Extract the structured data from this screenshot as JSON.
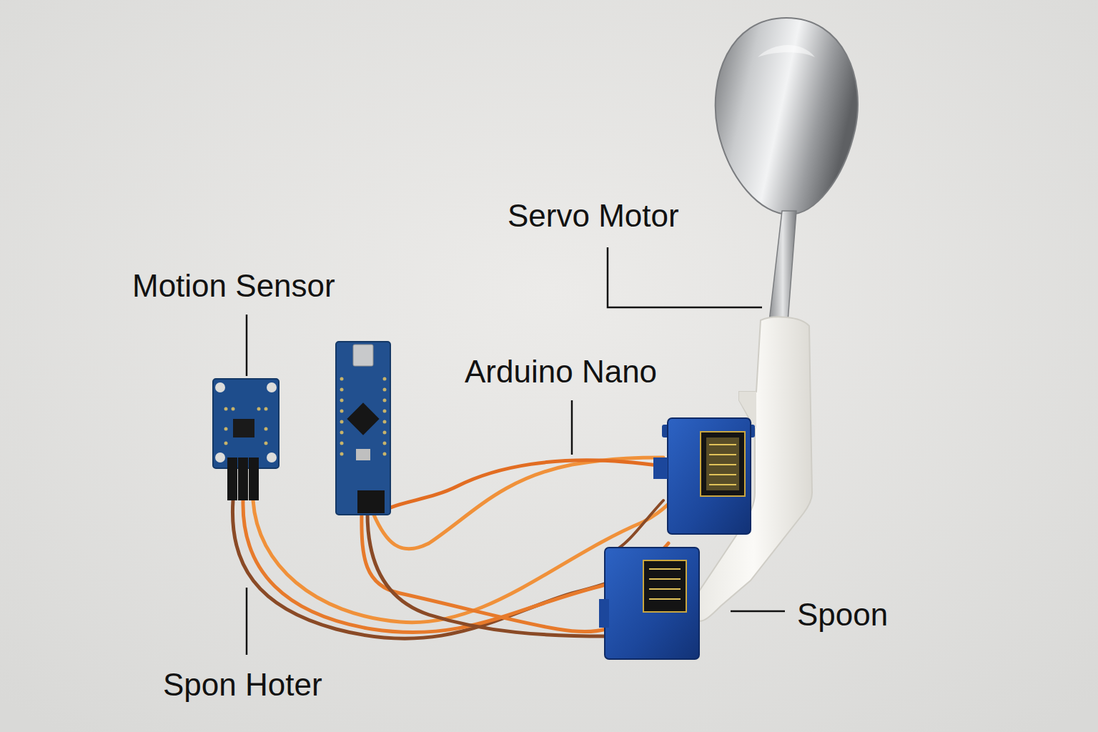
{
  "diagram": {
    "labels": [
      "Servo Motor",
      "Motion Sensor",
      "Arduino Nano",
      "Spoon",
      "Spon Hoter"
    ]
  }
}
